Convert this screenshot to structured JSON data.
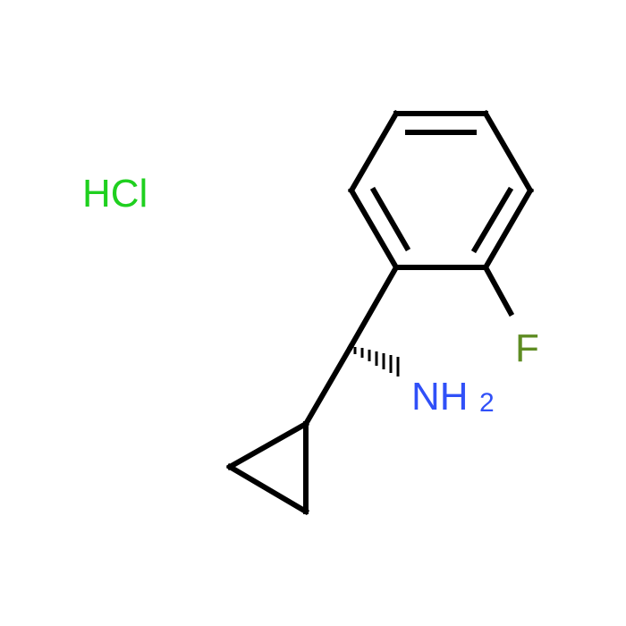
{
  "molecule": {
    "salt": "HCl",
    "atoms": {
      "fluorine": "F",
      "amine_main": "NH",
      "amine_sub": "2"
    }
  },
  "colors": {
    "bond": "#000000",
    "chlorine_label": "#1fd01f",
    "fluorine_label": "#5e8c22",
    "nitrogen_label": "#3050f8",
    "background": "#ffffff"
  }
}
